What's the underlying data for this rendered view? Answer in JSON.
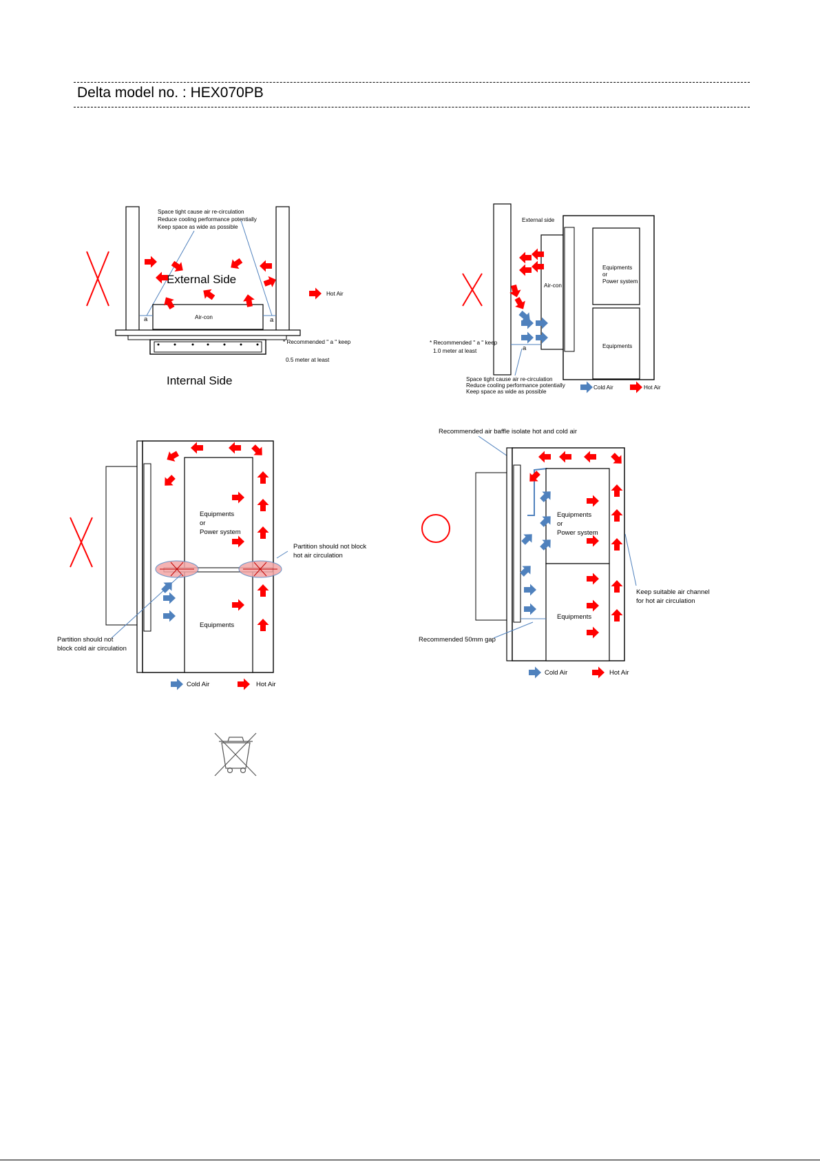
{
  "header": {
    "title": "Delta model no. : HEX070PB"
  },
  "legend": {
    "hot_air": "Hot Air",
    "cold_air": "Cold Air"
  },
  "colors": {
    "hot": "#ff0000",
    "cold": "#4f81bd",
    "bad_mark": "#ff0000",
    "good_mark": "#ff0000",
    "partition_highlight": "#f4a6a6"
  },
  "icons": {
    "bad": "cross-mark-icon",
    "good": "circle-mark-icon",
    "weee": "crossed-out-wheelie-bin-icon"
  },
  "diagram1": {
    "note": [
      "Space tight cause air re-circulation",
      "Reduce cooling  performance  potentially",
      "Keep space as wide as possible"
    ],
    "external_side": "External Side",
    "internal_side": "Internal Side",
    "aircon": "Air-con",
    "gap": "a",
    "recommend": [
      "* Recommended  \" a \" keep",
      "0.5 meter at least"
    ]
  },
  "diagram2": {
    "external_side": "External side",
    "aircon": "Air-con",
    "equip_top": [
      "Equipments",
      "or",
      "Power system"
    ],
    "equip_bottom": "Equipments",
    "gap": "a",
    "recommend": [
      "* Recommended  \" a \" keep",
      "1.0 meter at least"
    ],
    "note": [
      "Space tight cause air re-circulation",
      "Reduce cooling  performance potentially",
      "Keep space as wide as possible"
    ]
  },
  "diagram3": {
    "equip_top": [
      "Equipments",
      "or",
      "Power system"
    ],
    "equip_bottom": "Equipments",
    "partition_hot": [
      "Partition should  not block",
      "hot air circulation"
    ],
    "partition_cold": [
      "Partition should  not",
      "block  cold air circulation"
    ]
  },
  "diagram4": {
    "baffle": "Recommended air baffle isolate hot and cold air",
    "equip_top": [
      "Equipments",
      "or",
      "Power system"
    ],
    "equip_bottom": "Equipments",
    "channel": [
      "Keep suitable air channel",
      "for hot air circulation"
    ],
    "gap": "Recommended 50mm gap"
  }
}
